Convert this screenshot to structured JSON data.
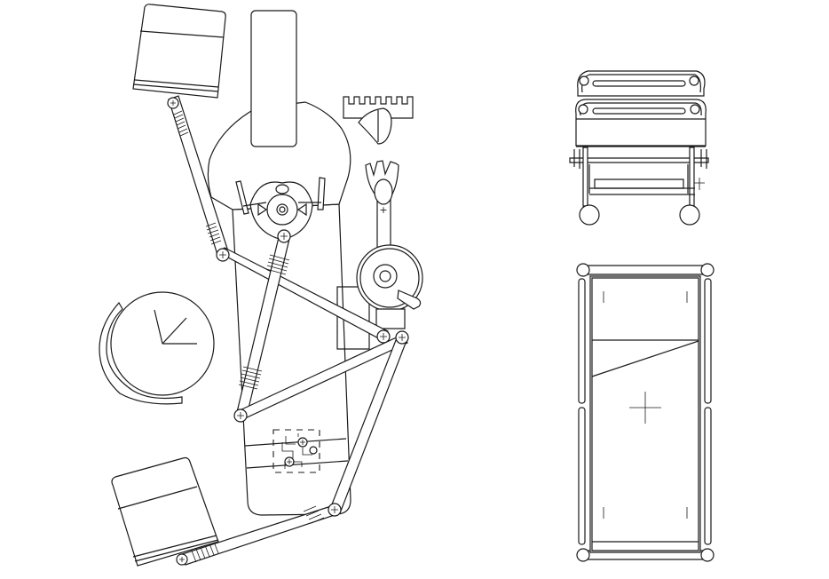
{
  "drawing": {
    "background": "#ffffff",
    "line_color": "#1a1a1a",
    "components": [
      "operating-room-plan",
      "operating-table-side-elevation",
      "operating-table-top-plan"
    ]
  }
}
